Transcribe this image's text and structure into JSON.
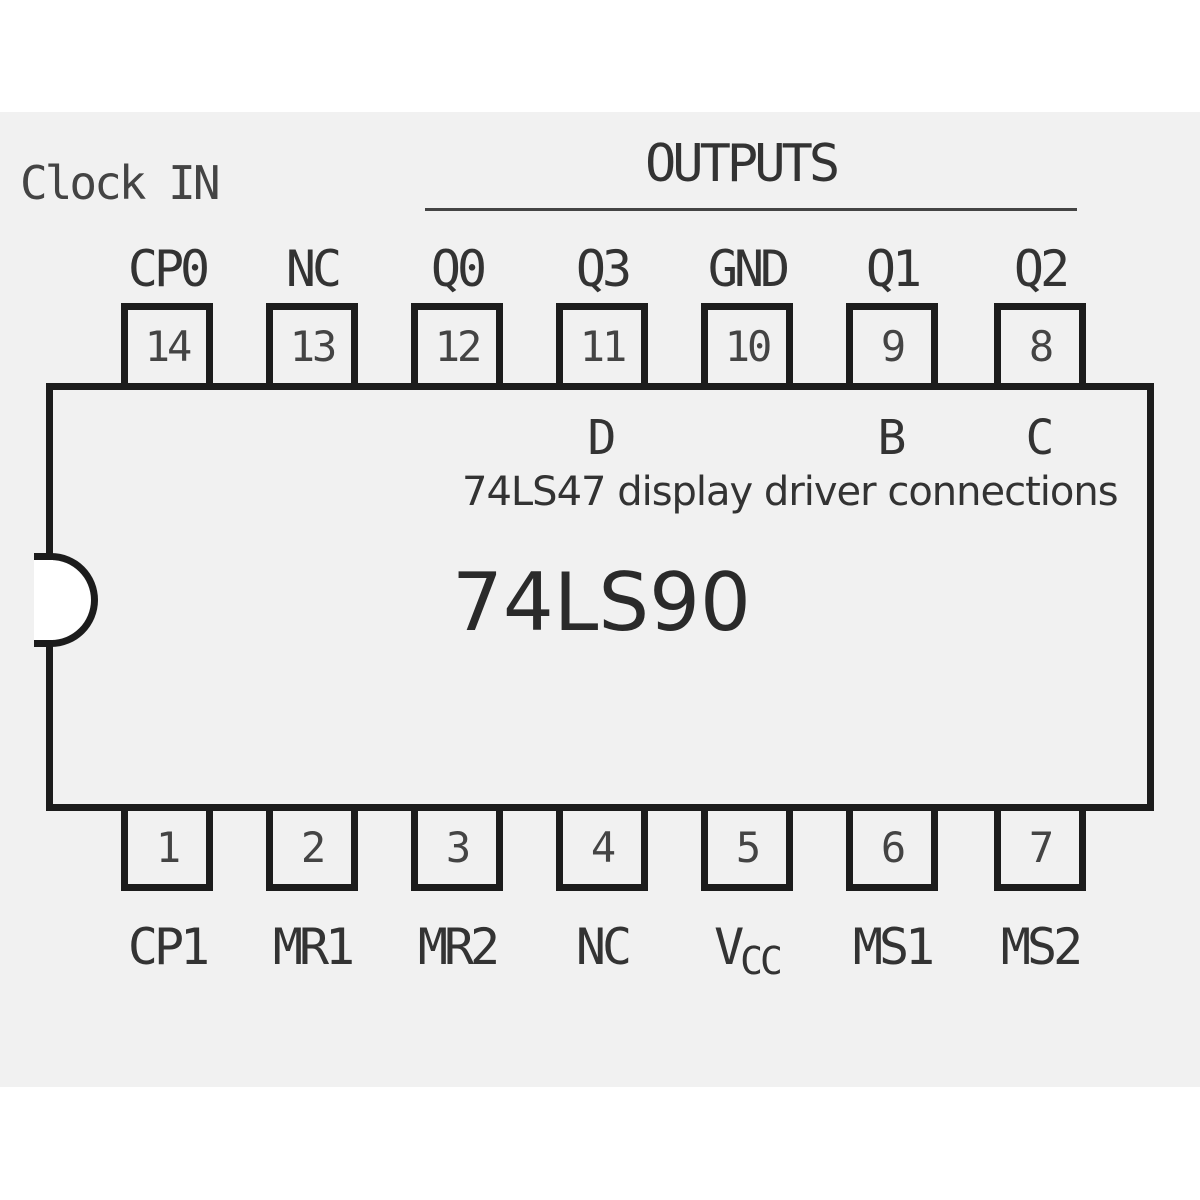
{
  "diagram": {
    "chip_name": "74LS90",
    "clock_in_label": "Clock IN",
    "outputs_label": "OUTPUTS",
    "driver_caption": "74LS47 display driver connections",
    "driver_letters": {
      "pin11": "D",
      "pin9": "B",
      "pin8": "C"
    },
    "top_pins": [
      {
        "number": "14",
        "name": "CP0"
      },
      {
        "number": "13",
        "name": "NC"
      },
      {
        "number": "12",
        "name": "Q0"
      },
      {
        "number": "11",
        "name": "Q3"
      },
      {
        "number": "10",
        "name": "GND"
      },
      {
        "number": "9",
        "name": "Q1"
      },
      {
        "number": "8",
        "name": "Q2"
      }
    ],
    "bottom_pins": [
      {
        "number": "1",
        "name": "CP1"
      },
      {
        "number": "2",
        "name": "MR1"
      },
      {
        "number": "3",
        "name": "MR2"
      },
      {
        "number": "4",
        "name": "NC"
      },
      {
        "number": "5",
        "name_main": "V",
        "name_sub": "CC"
      },
      {
        "number": "6",
        "name": "MS1"
      },
      {
        "number": "7",
        "name": "MS2"
      }
    ]
  }
}
